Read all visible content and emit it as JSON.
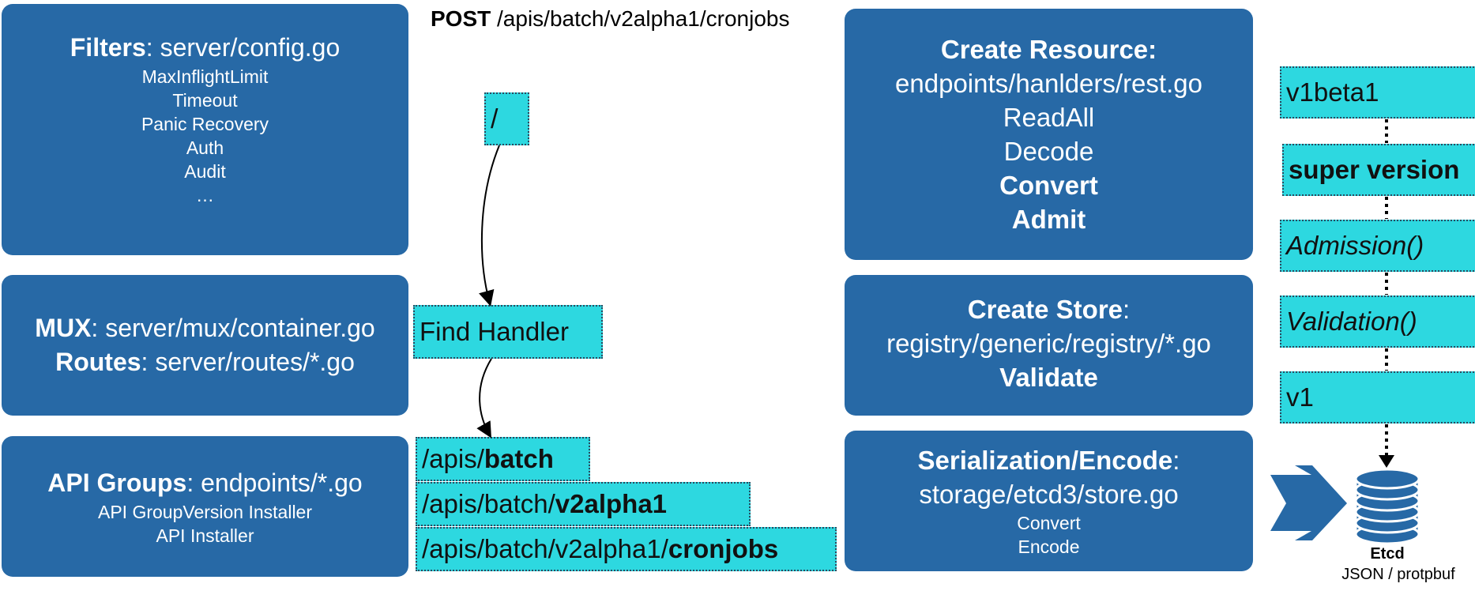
{
  "request": {
    "method": "POST",
    "path": " /apis/batch/v2alpha1/cronjobs"
  },
  "filters": {
    "title": "Filters",
    "file": ": server/config.go",
    "items": [
      "MaxInflightLimit",
      "Timeout",
      "Panic Recovery",
      "Auth",
      "Audit",
      "…"
    ]
  },
  "mux": {
    "title": "MUX",
    "file": ": server/mux/container.go",
    "routes_title": "Routes",
    "routes_file": ": server/routes/*.go"
  },
  "api_groups": {
    "title": "API Groups",
    "file": ": endpoints/*.go",
    "items": [
      "API GroupVersion Installer",
      "API Installer"
    ]
  },
  "path_flow": {
    "root": "/",
    "find_handler": "Find Handler",
    "paths": [
      {
        "prefix": "/apis/",
        "bold": "batch"
      },
      {
        "prefix": "/apis/batch/",
        "bold": "v2alpha1"
      },
      {
        "prefix": "/apis/batch/v2alpha1/",
        "bold": "cronjobs"
      }
    ]
  },
  "create_resource": {
    "title": "Create Resource:",
    "file": "endpoints/hanlders/rest.go",
    "steps": [
      "ReadAll",
      "Decode"
    ],
    "bold_steps": [
      "Convert",
      "Admit"
    ]
  },
  "create_store": {
    "title": "Create Store",
    "colon": ":",
    "file": "registry/generic/registry/*.go",
    "bold_step": "Validate"
  },
  "serialization": {
    "title": "Serialization/Encode",
    "colon": ":",
    "file": "storage/etcd3/store.go",
    "steps": [
      "Convert",
      "Encode"
    ]
  },
  "versions": [
    {
      "label": "v1beta1",
      "style": "normal"
    },
    {
      "label": "super version",
      "style": "bold"
    },
    {
      "label": "Admission()",
      "style": "italic"
    },
    {
      "label": "Validation()",
      "style": "italic"
    },
    {
      "label": "v1",
      "style": "normal"
    }
  ],
  "etcd": {
    "name": "Etcd",
    "formats": "JSON / protpbuf"
  },
  "colors": {
    "box": "#2769a6",
    "cyan": "#2dd8e0",
    "arrow": "#2769a6"
  }
}
